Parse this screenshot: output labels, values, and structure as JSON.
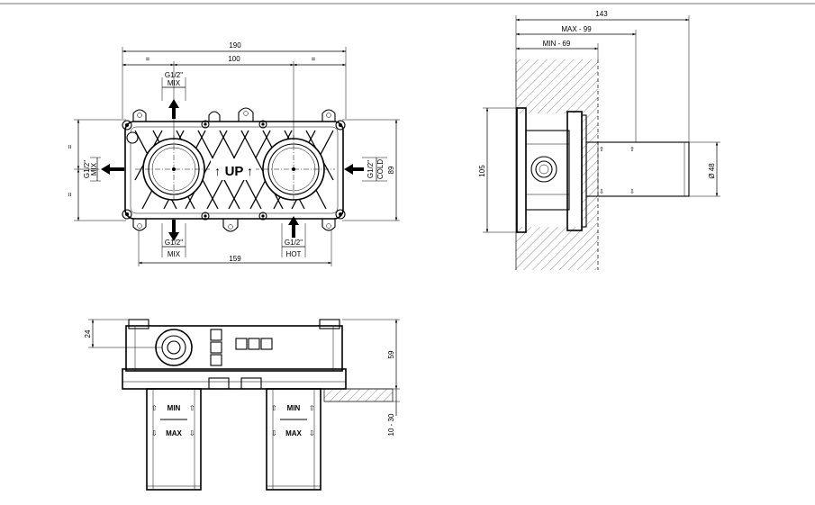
{
  "front_view": {
    "dim_overall_width": "190",
    "dim_center_distance": "100",
    "dim_equal_left": "=",
    "dim_equal_right": "=",
    "dim_equal_top_v": "=",
    "dim_equal_bottom_v": "=",
    "dim_bottom_width": "159",
    "dim_height": "89",
    "port_top_size": "G1/2\"",
    "port_top_label": "MIX",
    "port_left_size": "G1/2\"",
    "port_left_label": "MIX",
    "port_right_size": "G1/2\"",
    "port_right_label": "COLD",
    "port_bottom_left_size": "G1/2\"",
    "port_bottom_left_label": "MIX",
    "port_bottom_right_size": "G1/2\"",
    "port_bottom_right_label": "HOT",
    "up_label": "UP"
  },
  "side_view": {
    "dim_total_depth": "143",
    "dim_max": "MAX - 99",
    "dim_min": "MIN - 69",
    "dim_height": "105",
    "dim_diameter": "Ø 48"
  },
  "top_view": {
    "dim_24": "24",
    "dim_59": "59",
    "dim_range": "10 - 30",
    "left_min": "MIN",
    "left_max": "MAX",
    "right_min": "MIN",
    "right_max": "MAX"
  }
}
